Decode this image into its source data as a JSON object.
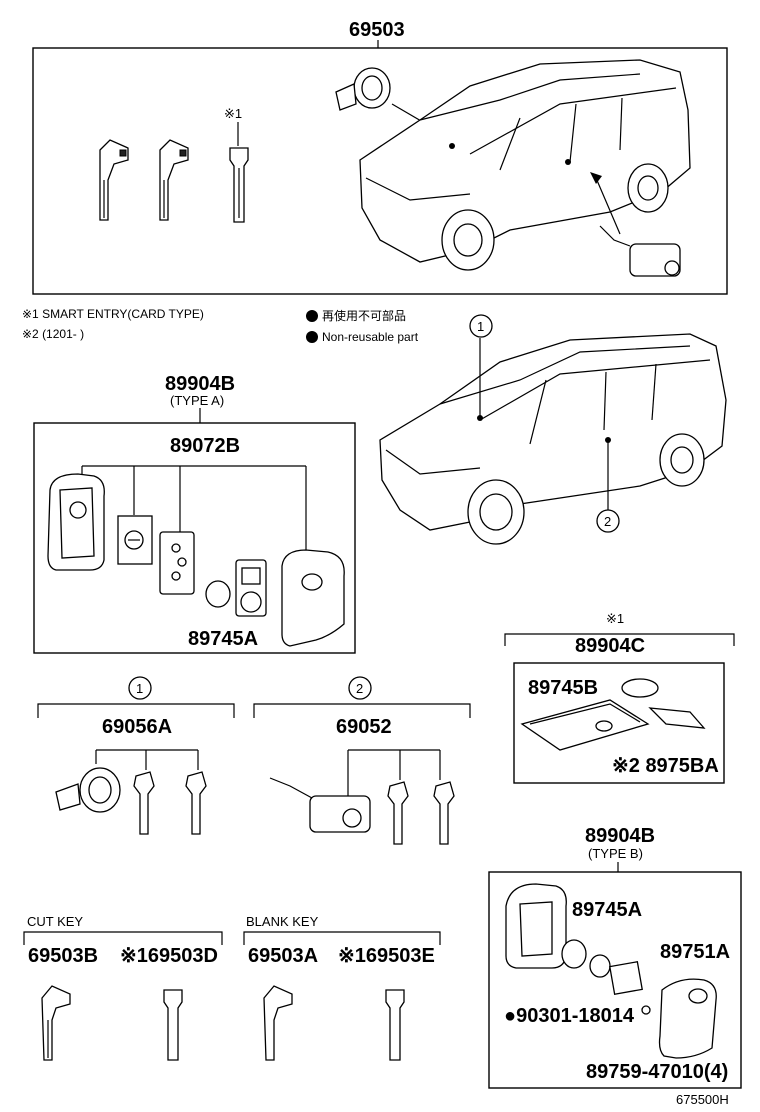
{
  "labels": {
    "top_assembly": "69503",
    "note1_mark": "※1",
    "note1_text": "※1 SMART ENTRY(CARD TYPE)",
    "note2_text": "※2 (1201-      )",
    "legend_jp": "再使用不可部品",
    "legend_en": "Non-reusable part",
    "type_a_code": "89904B",
    "type_a_label": "(TYPE A)",
    "type_a_sub": "89072B",
    "type_a_battery": "89745A",
    "callout_1": "1",
    "callout_2": "2",
    "card_mark": "※1",
    "card_code": "89904C",
    "card_battery": "89745B",
    "card_part": "※2 8975BA",
    "group1_code": "69056A",
    "group2_code": "69052",
    "cut_key_title": "CUT KEY",
    "blank_key_title": "BLANK KEY",
    "cut_key_code": "69503B",
    "cut_key_card_code": "※169503D",
    "blank_key_code": "69503A",
    "blank_key_card_code": "※169503E",
    "type_b_code": "89904B",
    "type_b_label": "(TYPE B)",
    "type_b_battery": "89745A",
    "type_b_case": "89751A",
    "type_b_screw": "●90301-18014",
    "type_b_cover": "89759-47010(4)",
    "figure_id": "675500H"
  }
}
